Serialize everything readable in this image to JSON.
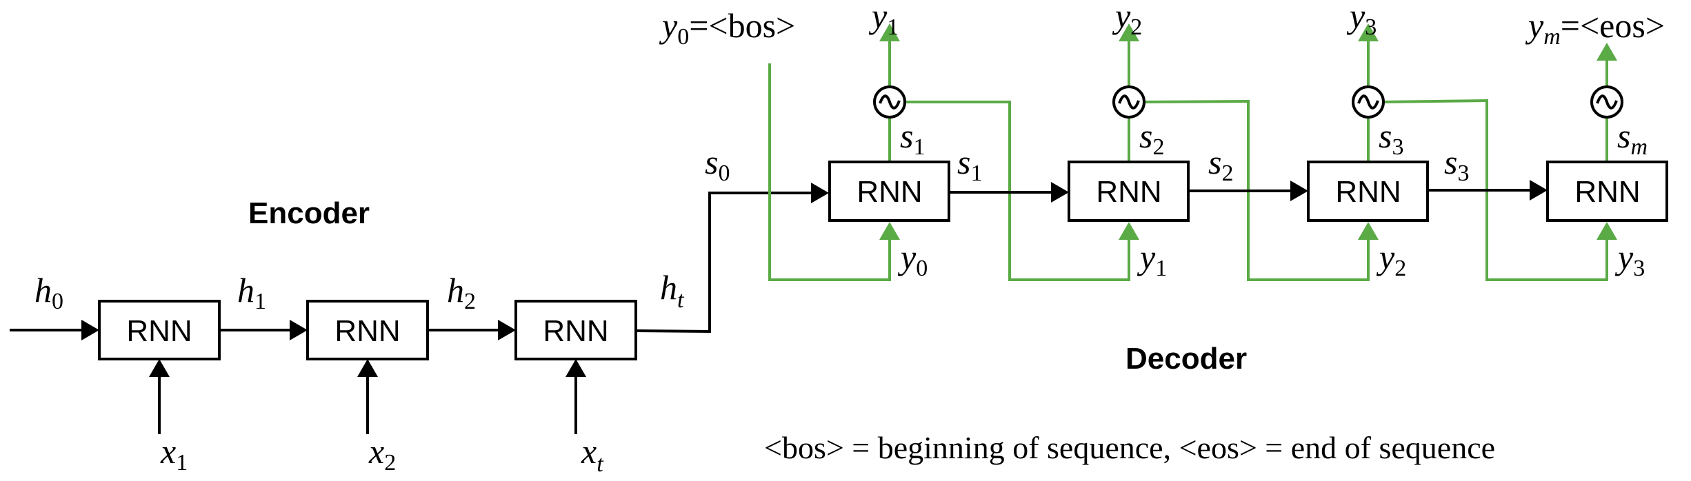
{
  "colors": {
    "line": "#000000",
    "feedback": "#5aaa46"
  },
  "headings": {
    "encoder": "Encoder",
    "decoder": "Decoder"
  },
  "cell_label": "RNN",
  "encoder": {
    "hidden_labels": [
      {
        "base": "h",
        "sub": "0"
      },
      {
        "base": "h",
        "sub": "1"
      },
      {
        "base": "h",
        "sub": "2"
      },
      {
        "base": "h",
        "sub": "t"
      }
    ],
    "input_labels": [
      {
        "base": "x",
        "sub": "1"
      },
      {
        "base": "x",
        "sub": "2"
      },
      {
        "base": "x",
        "sub": "t"
      }
    ]
  },
  "decoder": {
    "start_label": {
      "base": "y",
      "sub": "0",
      "rest": "=<bos>"
    },
    "state_labels": [
      {
        "base": "s",
        "sub": "0"
      },
      {
        "base": "s",
        "sub": "1"
      },
      {
        "base": "s",
        "sub": "2"
      },
      {
        "base": "s",
        "sub": "3"
      }
    ],
    "output_labels": [
      {
        "base": "y",
        "sub": "1"
      },
      {
        "base": "y",
        "sub": "2"
      },
      {
        "base": "y",
        "sub": "3"
      },
      {
        "base": "y",
        "sub": "m",
        "rest": "=<eos>"
      }
    ],
    "cell_state_labels": [
      {
        "base": "s",
        "sub": "1"
      },
      {
        "base": "s",
        "sub": "2"
      },
      {
        "base": "s",
        "sub": "3"
      },
      {
        "base": "s",
        "sub": "m"
      }
    ],
    "input_labels": [
      {
        "base": "y",
        "sub": "0"
      },
      {
        "base": "y",
        "sub": "1"
      },
      {
        "base": "y",
        "sub": "2"
      },
      {
        "base": "y",
        "sub": "3"
      }
    ],
    "softmax_icon": "tilde-circle-icon"
  },
  "footnote": "<bos> = beginning of sequence, <eos> = end of sequence"
}
